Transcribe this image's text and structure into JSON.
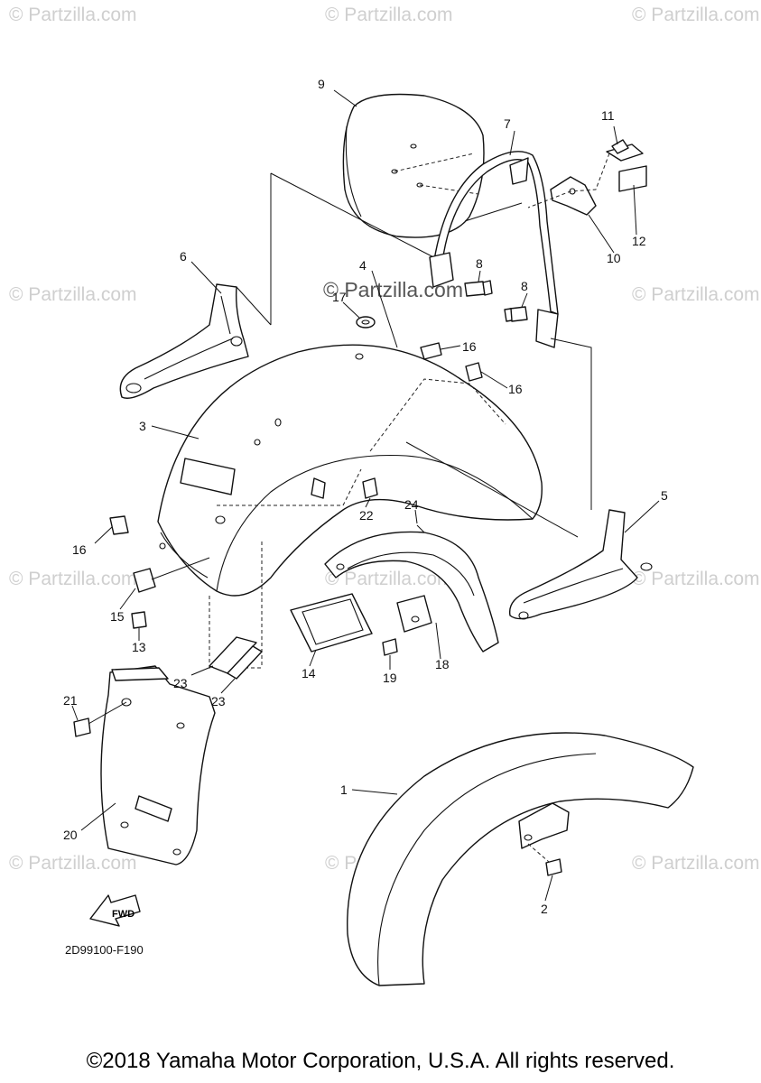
{
  "diagram": {
    "code": "2D99100-F190",
    "copyright": "©2018 Yamaha Motor Corporation, U.S.A. All rights reserved.",
    "watermark": "© Partzilla.com",
    "center_watermark": "© Partzilla.com",
    "fwd_label": "FWD",
    "callouts": [
      "1",
      "2",
      "3",
      "4",
      "5",
      "6",
      "7",
      "8",
      "8",
      "9",
      "10",
      "11",
      "12",
      "13",
      "14",
      "15",
      "16",
      "16",
      "16",
      "17",
      "18",
      "19",
      "20",
      "21",
      "22",
      "23",
      "23",
      "24"
    ]
  }
}
